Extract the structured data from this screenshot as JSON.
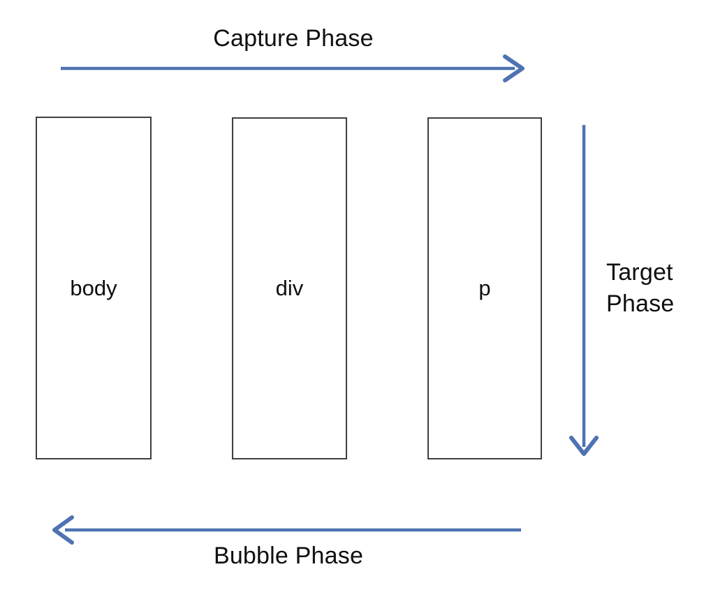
{
  "diagram": {
    "capture": {
      "label": "Capture Phase",
      "direction": "left-to-right"
    },
    "bubble": {
      "label": "Bubble Phase",
      "direction": "right-to-left"
    },
    "target": {
      "label": "Target Phase",
      "direction": "top-to-bottom"
    },
    "boxes": [
      {
        "label": "body"
      },
      {
        "label": "div"
      },
      {
        "label": "p"
      }
    ],
    "colors": {
      "arrow": "#4f72b2",
      "box_border": "#3f3f3f",
      "text": "#0f0f0f",
      "background": "#ffffff"
    }
  }
}
